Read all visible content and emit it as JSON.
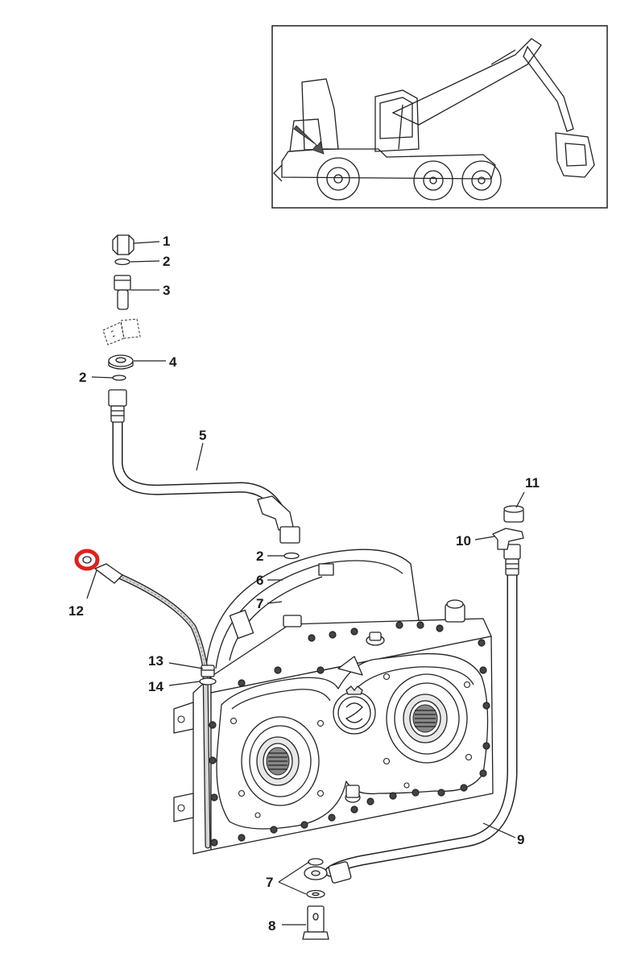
{
  "highlight_color": "#e0201c",
  "callouts": {
    "c1": "1",
    "c2a": "2",
    "c3": "3",
    "c4": "4",
    "c2b": "2",
    "c5": "5",
    "c11": "11",
    "c10": "10",
    "c2c": "2",
    "c6": "6",
    "c7a": "7",
    "c12": "12",
    "c13": "13",
    "c14": "14",
    "c9": "9",
    "c7b": "7",
    "c8": "8"
  },
  "highlighted_part": "12"
}
